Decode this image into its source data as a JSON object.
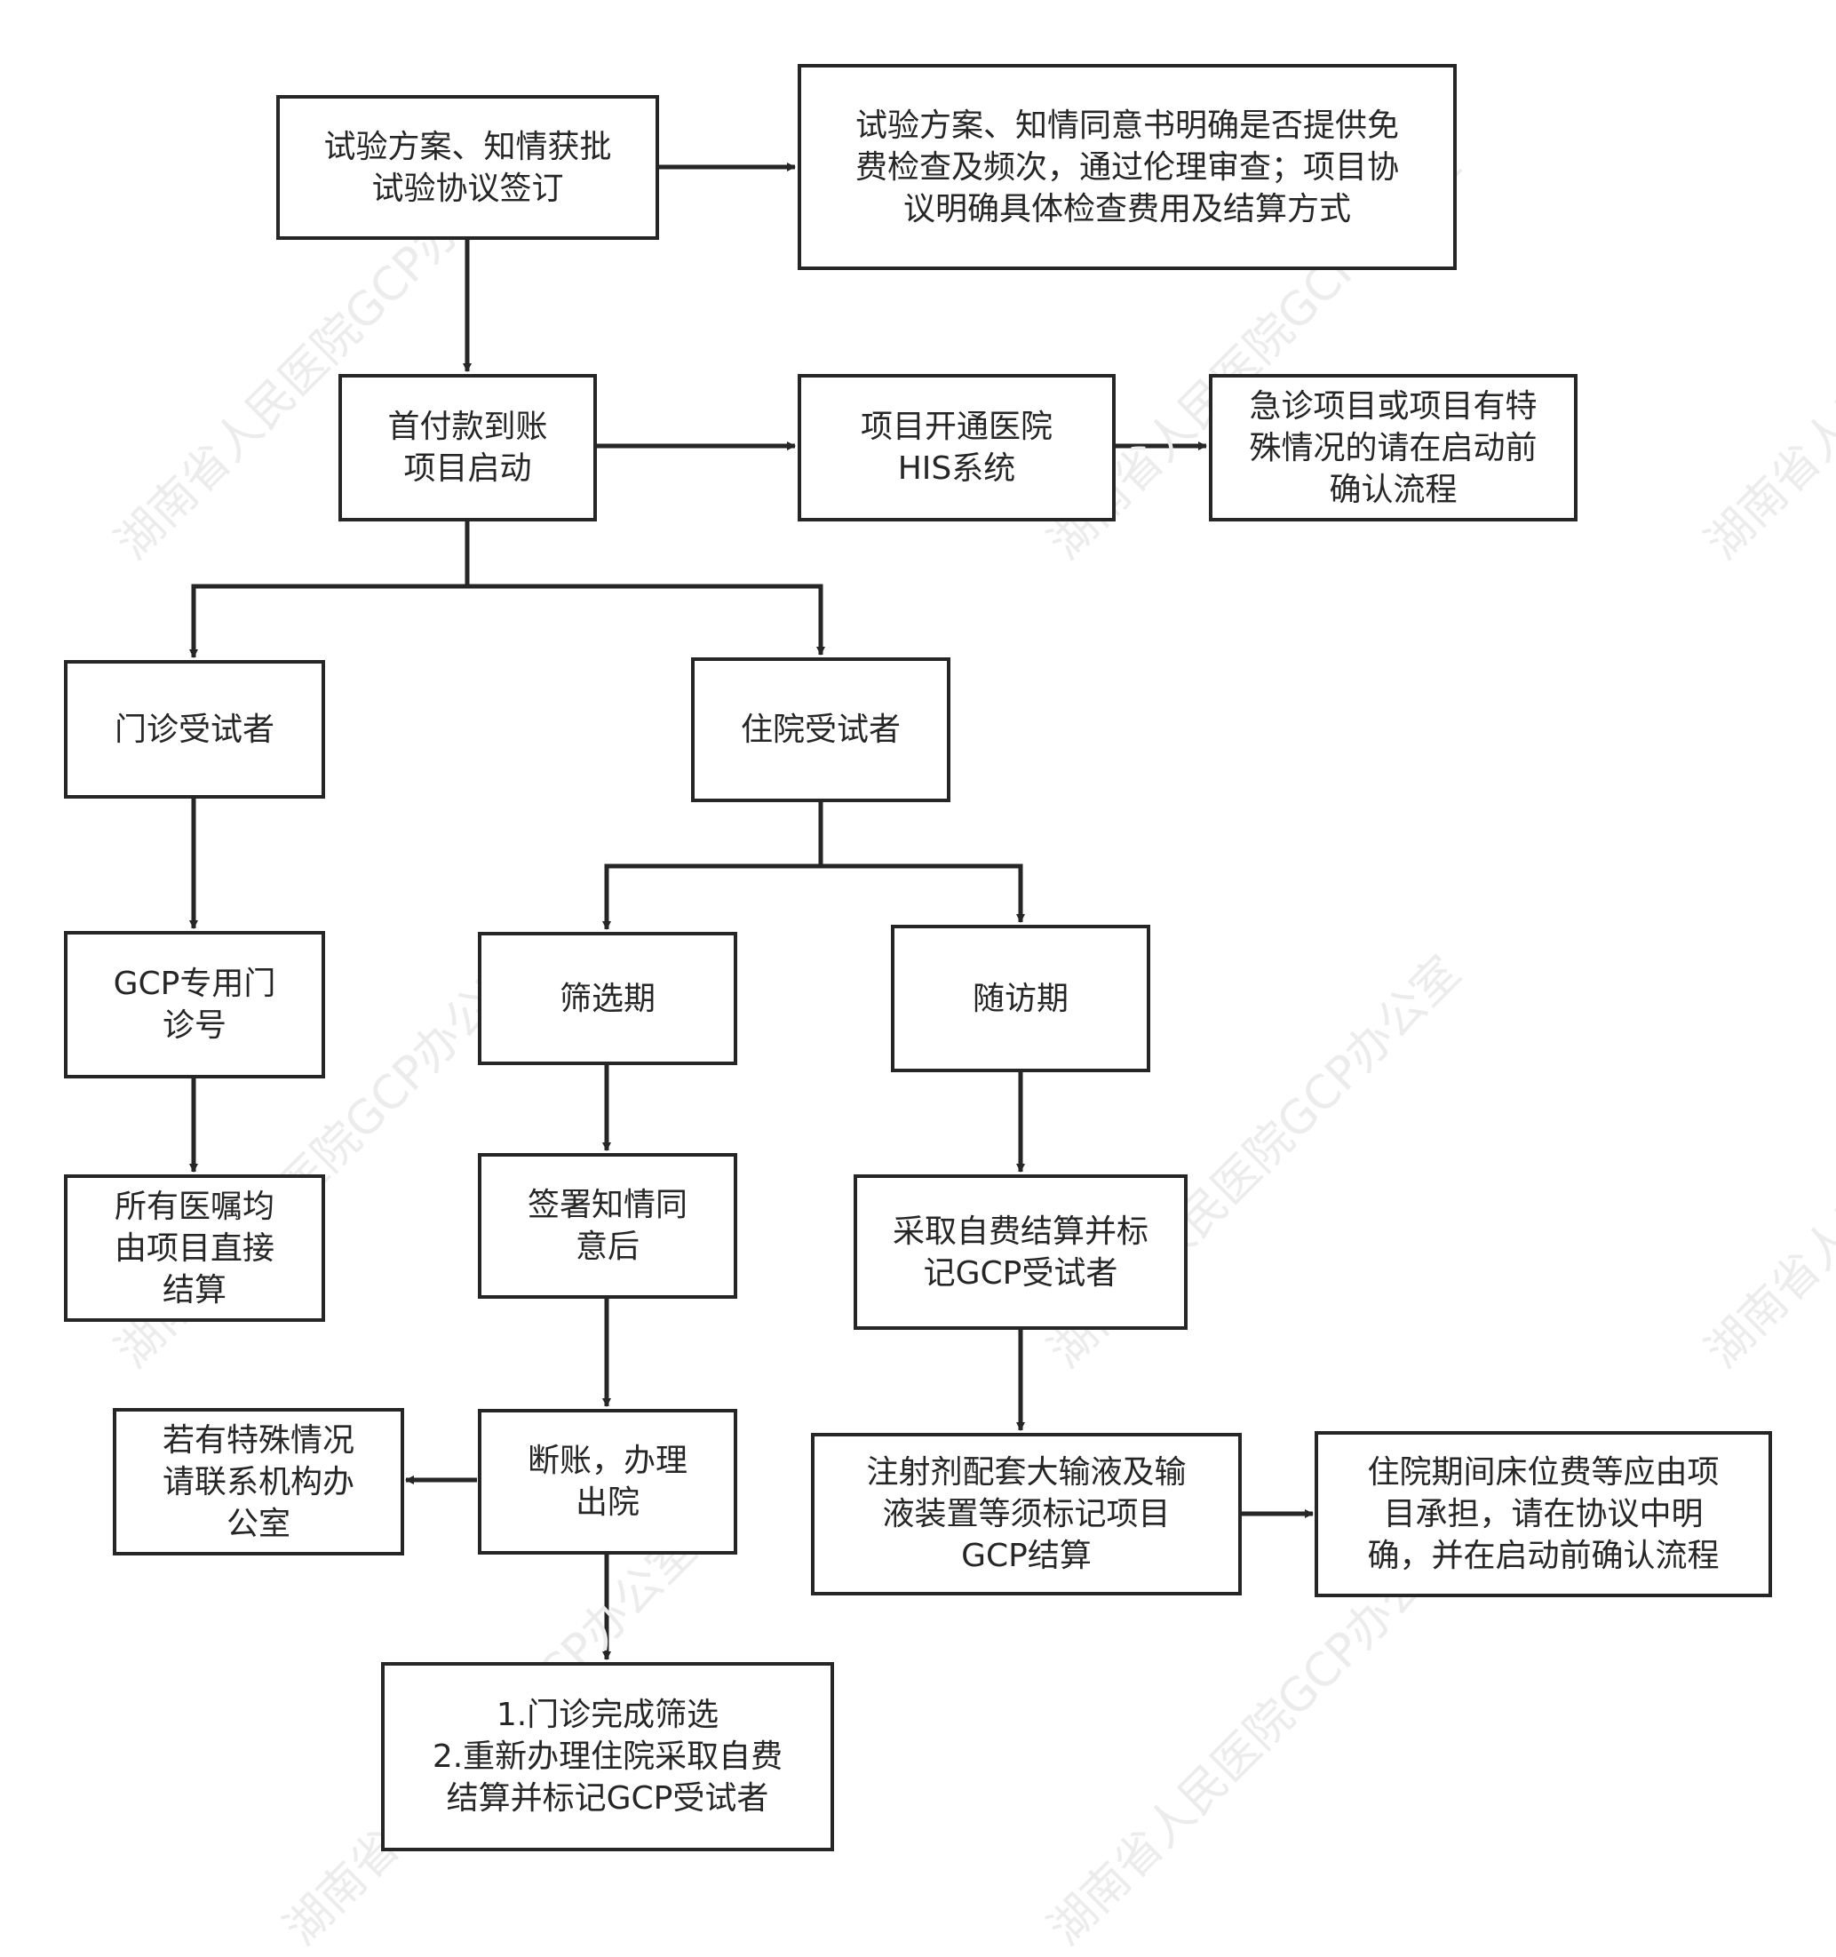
{
  "watermark": "湖南省人民医院GCP办公室",
  "nodes": {
    "protocol": "试验方案、知情获批\n试验协议签订",
    "protocol_note": "试验方案、知情同意书明确是否提供免\n费检查及频次，通过伦理审查；项目协\n议明确具体检查费用及结算方式",
    "payment": "首付款到账\n项目启动",
    "his": "项目开通医院\nHIS系统",
    "emergency": "急诊项目或项目有特\n殊情况的请在启动前\n确认流程",
    "outpatient": "门诊受试者",
    "inpatient": "住院受试者",
    "gcp_clinic": "GCP专用门\n诊号",
    "orders": "所有医嘱均\n由项目直接\n结算",
    "screening": "筛选期",
    "followup": "随访期",
    "consent": "签署知情同\n意后",
    "self_pay": "采取自费结算并标\n记GCP受试者",
    "discharge": "断账，办理\n出院",
    "special": "若有特殊情况\n请联系机构办\n公室",
    "injection": "注射剂配套大输液及输\n液装置等须标记项目\nGCP结算",
    "bed_fee": "住院期间床位费等应由项\n目承担，请在协议中明\n确，并在启动前确认流程",
    "readmit": "1.门诊完成筛选\n2.重新办理住院采取自费\n结算并标记GCP受试者"
  }
}
